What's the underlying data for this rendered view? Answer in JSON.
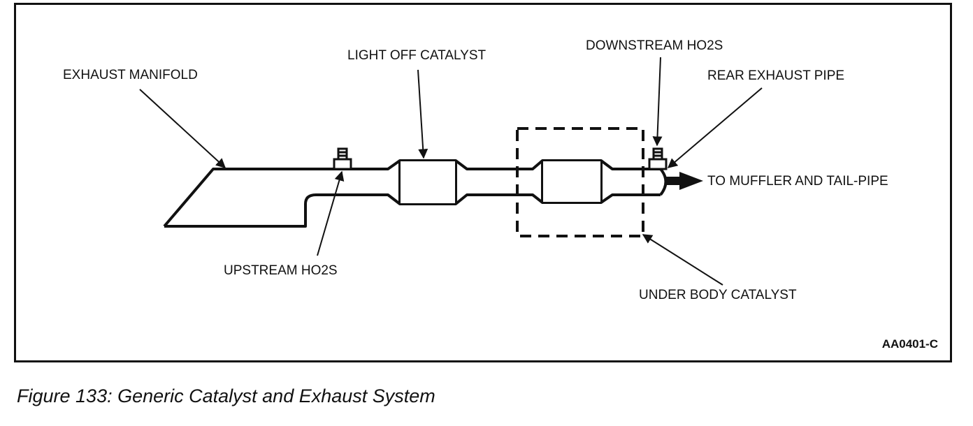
{
  "labels": {
    "exhaust_manifold": "EXHAUST MANIFOLD",
    "light_off_catalyst": "LIGHT OFF CATALYST",
    "downstream_ho2s": "DOWNSTREAM HO2S",
    "rear_exhaust_pipe": "REAR EXHAUST PIPE",
    "to_muffler": "TO MUFFLER AND TAIL-PIPE",
    "upstream_ho2s": "UPSTREAM HO2S",
    "under_body_catalyst": "UNDER BODY CATALYST"
  },
  "figure_code": "AA0401-C",
  "caption": "Figure 133: Generic Catalyst and Exhaust System"
}
